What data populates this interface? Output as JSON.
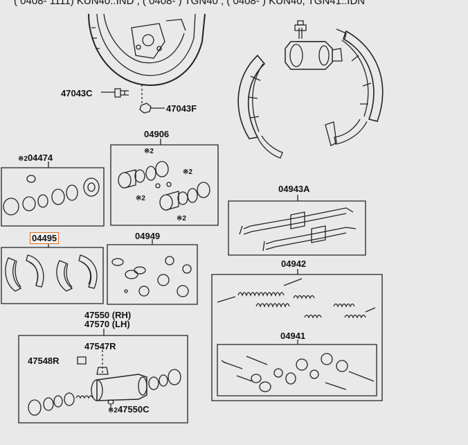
{
  "header_text": "( 0408- 1111) KUN40..IND , ( 0408-       ) TGN40 , ( 0408-       ) KUN40, TGN41..IDN",
  "note_mark": "※2",
  "highlight_color": "#e07020",
  "parts": {
    "p47043C": "47043C",
    "p47043F": "47043F",
    "p04906": "04906",
    "p04474": "04474",
    "p04943A": "04943A",
    "p04495": "04495",
    "p04949": "04949",
    "p04942": "04942",
    "p47550_rh": "47550 (RH)",
    "p47570_lh": "47570 (LH)",
    "p47547R": "47547R",
    "p47548R": "47548R",
    "p04941": "04941",
    "p47550C": "47550C"
  }
}
